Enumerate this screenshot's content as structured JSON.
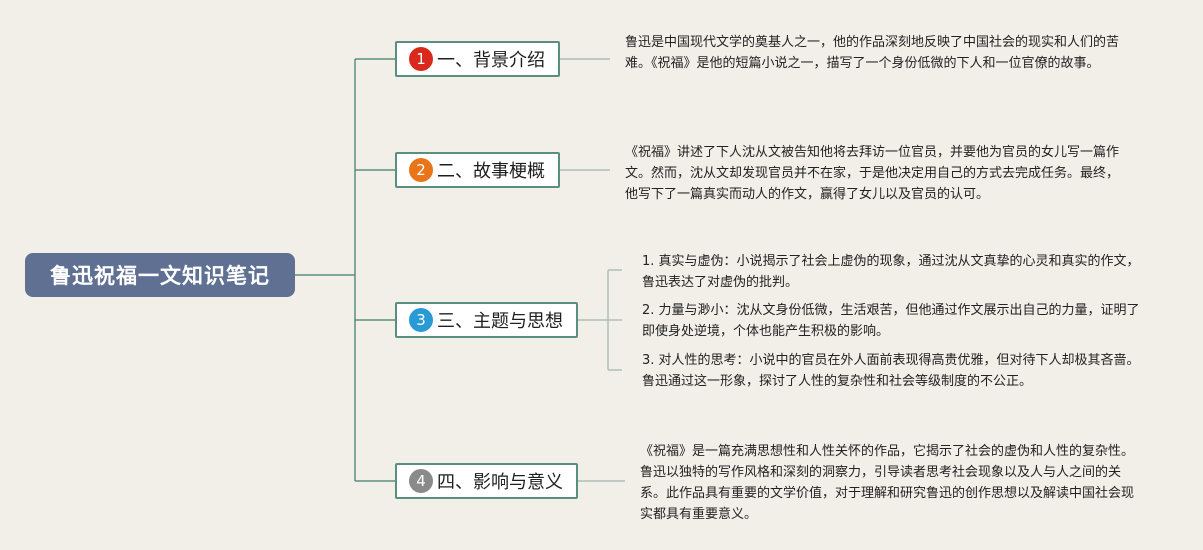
{
  "root": {
    "title": "鲁迅祝福一文知识笔记"
  },
  "branches": [
    {
      "number": "1",
      "label": "一、背景介绍",
      "color": "#d9291c",
      "notes": [
        "鲁迅是中国现代文学的奠基人之一，他的作品深刻地反映了中国社会的现实和人们的苦难。《祝福》是他的短篇小说之一，描写了一个身份低微的下人和一位官僚的故事。"
      ]
    },
    {
      "number": "2",
      "label": "二、故事梗概",
      "color": "#e8751a",
      "notes": [
        "《祝福》讲述了下人沈从文被告知他将去拜访一位官员，并要他为官员的女儿写一篇作文。然而，沈从文却发现官员并不在家，于是他决定用自己的方式去完成任务。最终，他写下了一篇真实而动人的作文，赢得了女儿以及官员的认可。"
      ]
    },
    {
      "number": "3",
      "label": "三、主题与思想",
      "color": "#2a9ad6",
      "notes": [
        "1. 真实与虚伪：小说揭示了社会上虚伪的现象，通过沈从文真挚的心灵和真实的作文，鲁迅表达了对虚伪的批判。",
        "2. 力量与渺小：沈从文身份低微，生活艰苦，但他通过作文展示出自己的力量，证明了即使身处逆境，个体也能产生积极的影响。",
        "3. 对人性的思考：小说中的官员在外人面前表现得高贵优雅，但对待下人却极其吝啬。鲁迅通过这一形象，探讨了人性的复杂性和社会等级制度的不公正。"
      ]
    },
    {
      "number": "4",
      "label": "四、影响与意义",
      "color": "#8a8a8a",
      "notes": [
        "《祝福》是一篇充满思想性和人性关怀的作品，它揭示了社会的虚伪和人性的复杂性。鲁迅以独特的写作风格和深刻的洞察力，引导读者思考社会现象以及人与人之间的关系。此作品具有重要的文学价值，对于理解和研究鲁迅的创作思想以及解读中国社会现实都具有重要意义。"
      ]
    }
  ]
}
